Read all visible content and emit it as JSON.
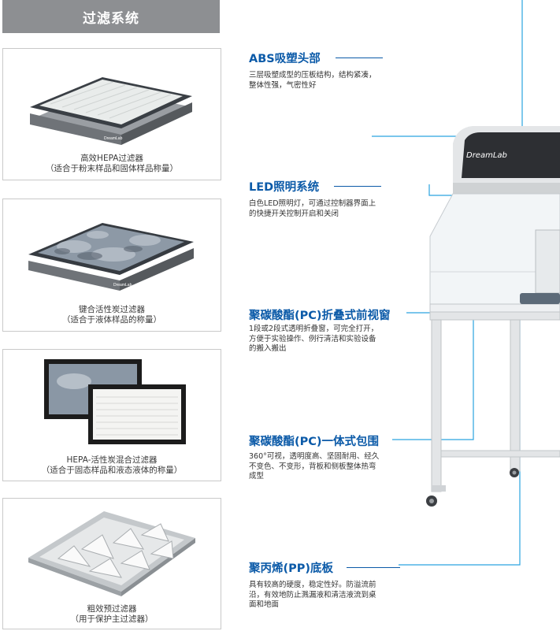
{
  "section_title": "过滤系统",
  "filters": [
    {
      "caption1": "高效HEPA过滤器",
      "caption2": "（适合于粉末样品和固体样品称量）"
    },
    {
      "caption1": "键合活性炭过滤器",
      "caption2": "（适合于液体样品的称量）"
    },
    {
      "caption1": "HEPA-活性炭混合过滤器",
      "caption2": "（适合于固态样品和液态液体的称量）"
    },
    {
      "caption1": "粗效预过滤器",
      "caption2": "（用于保护主过滤器）"
    }
  ],
  "features": [
    {
      "title": "ABS吸塑头部",
      "desc": "三层吸塑成型的压板结构，结构紧凑，整体性强，气密性好"
    },
    {
      "title": "LED照明系统",
      "desc": "白色LED照明灯，可通过控制器界面上的快捷开关控制开启和关闭"
    },
    {
      "title": "聚碳酸酯(PC)折叠式前视窗",
      "desc": "1段或2段式透明折叠窗，可完全打开，方便于实验操作、例行清洁和实验设备的搬入搬出"
    },
    {
      "title": "聚碳酸酯(PC)一体式包围",
      "desc": "360°可视，透明度高、坚固耐用、经久不变色、不变形，背板和侧板整体热弯成型"
    },
    {
      "title": "聚丙烯(PP)底板",
      "desc": "具有较高的硬度，稳定性好。防溢流前沿，有效地防止溅漏液和清洁液流到桌面和地面"
    }
  ],
  "brand": "DreamLab",
  "accent_color": "#0b5aa8",
  "line_color": "#2aa3e0"
}
